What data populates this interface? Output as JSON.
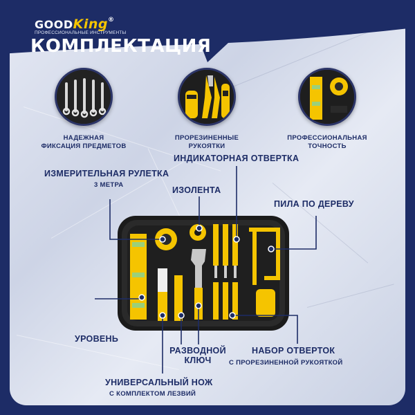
{
  "brand": {
    "name_part1": "GOOD",
    "name_part2": "King",
    "registered": "®",
    "tagline": "ПРОФЕССИОНАЛЬНЫЕ ИНСТРУМЕНТЫ"
  },
  "title": "КОМПЛЕКТАЦИЯ",
  "features": [
    {
      "line1": "НАДЕЖНАЯ",
      "line2": "ФИКСАЦИЯ ПРЕДМЕТОВ"
    },
    {
      "line1": "ПРОРЕЗИНЕННЫЕ",
      "line2": "РУКОЯТКИ"
    },
    {
      "line1": "ПРОФЕССИОНАЛЬНАЯ",
      "line2": "ТОЧНОСТЬ"
    }
  ],
  "labels": {
    "screwdriver_indicator": "ИНДИКАТОРНАЯ ОТВЕРТКА",
    "tape_measure": "ИЗМЕРИТЕЛЬНАЯ РУЛЕТКА",
    "tape_measure_sub": "3 МЕТРА",
    "electrical_tape": "ИЗОЛЕНТА",
    "wood_saw": "ПИЛА ПО ДЕРЕВУ",
    "level": "УРОВЕНЬ",
    "wrench_line1": "РАЗВОДНОЙ",
    "wrench_line2": "КЛЮЧ",
    "screwdriver_set": "НАБОР ОТВЕРТОК",
    "screwdriver_set_sub": "С ПРОРЕЗИНЕННОЙ РУКОЯТКОЙ",
    "knife": "УНИВЕРСАЛЬНЫЙ НОЖ",
    "knife_sub": "С КОМПЛЕКТОМ ЛЕЗВИЙ"
  },
  "colors": {
    "navy": "#1d2c66",
    "accent_yellow": "#f5c400",
    "case_black": "#1b1b1b"
  }
}
